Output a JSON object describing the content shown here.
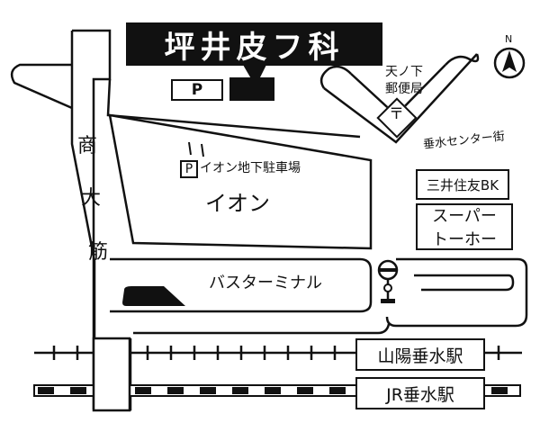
{
  "clinic": {
    "name": "坪井皮フ科"
  },
  "parking": {
    "marker": "P"
  },
  "compass": {
    "north": "N"
  },
  "streets": {
    "shodai_suji": [
      "商",
      "大",
      "筋"
    ],
    "tarumi_center": "垂水センター街"
  },
  "post_office": {
    "name_line1": "天ノ下",
    "name_line2": "郵便局",
    "symbol": "〒"
  },
  "aeon": {
    "name": "イオン",
    "parking_label": "イオン地下駐車場",
    "parking_marker": "P"
  },
  "bank": {
    "name": "三井住友BK"
  },
  "supermarket": {
    "line1": "スーパー",
    "line2": "トーホー"
  },
  "bus_terminal": {
    "name": "バスターミナル"
  },
  "stations": {
    "sanyo": "山陽垂水駅",
    "jr": "JR垂水駅"
  },
  "colors": {
    "ink": "#111111",
    "paper": "#ffffff"
  }
}
